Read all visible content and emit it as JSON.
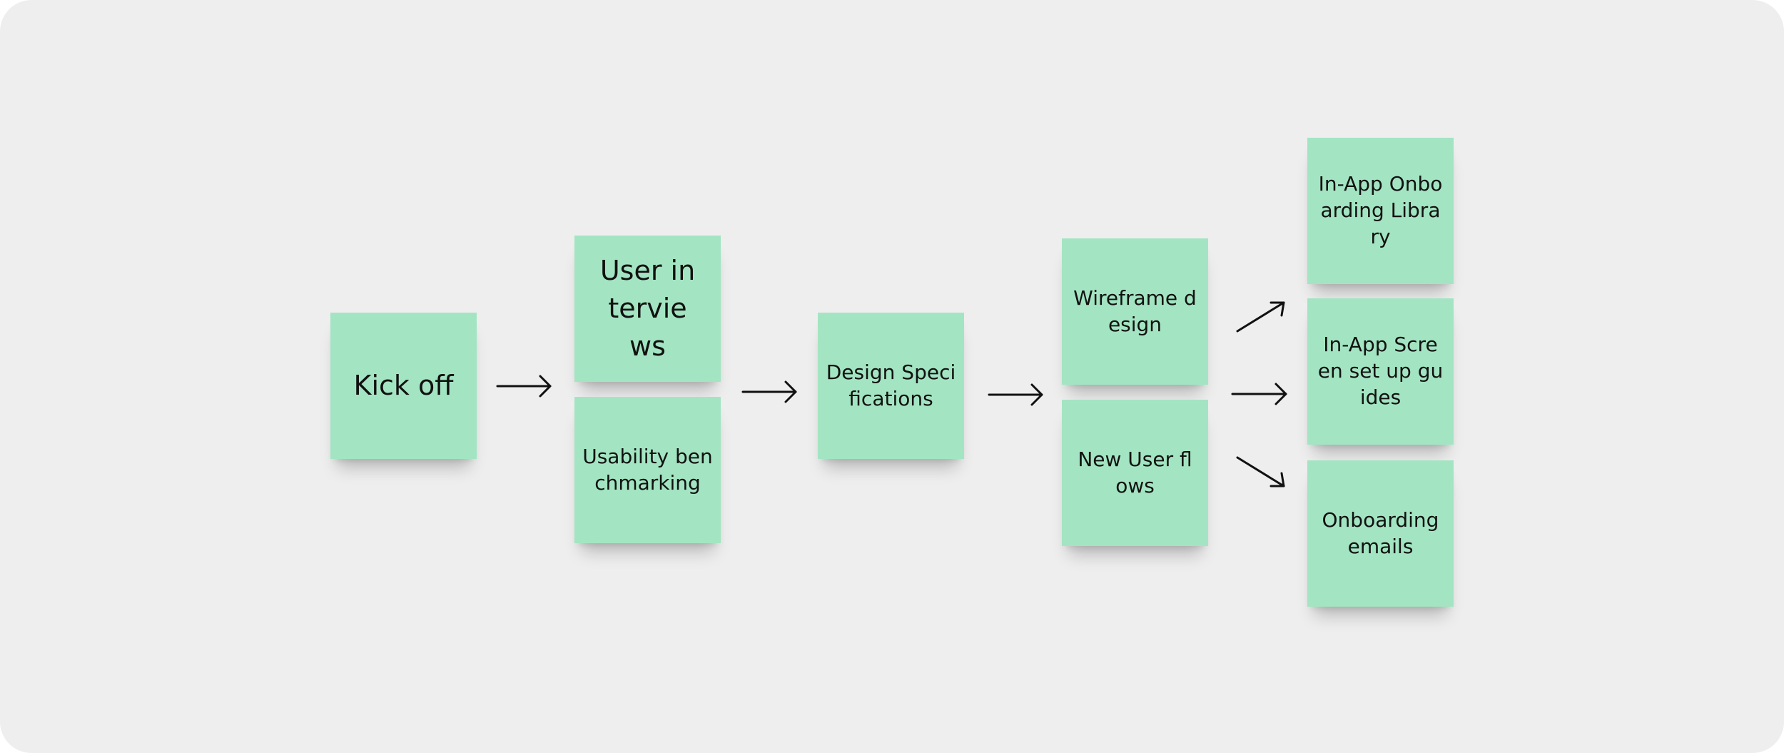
{
  "notes": {
    "kickoff": "Kick off",
    "user_interviews": "User interviews",
    "usability": "Usability benchmarking",
    "design_specs": "Design Specifications",
    "wireframe": "Wireframe design",
    "user_flows": "New User flows",
    "library": "In-App Onboarding Library",
    "setup_guides": "In-App Screen set up guides",
    "emails": "Onboarding emails"
  },
  "colors": {
    "board_background": "#eeeeee",
    "sticky_note": "#a3e5c2",
    "text_and_arrows": "#111111"
  },
  "icons": [
    "arrow-right-icon",
    "arrow-up-right-icon",
    "arrow-down-right-icon"
  ]
}
